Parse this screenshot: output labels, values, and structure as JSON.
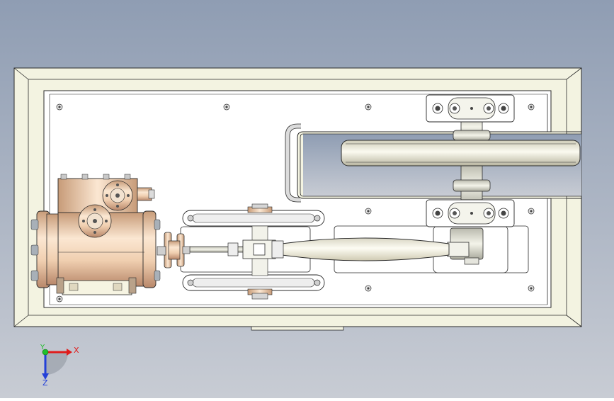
{
  "scene": {
    "background_top": "#8f9db3",
    "background_bottom": "#c8ccd4",
    "frame_color": "#f3f3e1",
    "plate_color": "#ffffff",
    "outline_color": "#2a2a2a",
    "brass_color": "#e9c9a8",
    "steel_color": "#d9d9cf"
  },
  "triad": {
    "x_label": "X",
    "y_label": "Y",
    "z_label": "Z",
    "x_color": "#e01b1b",
    "y_color": "#1fbf2a",
    "z_color": "#2340d8"
  }
}
